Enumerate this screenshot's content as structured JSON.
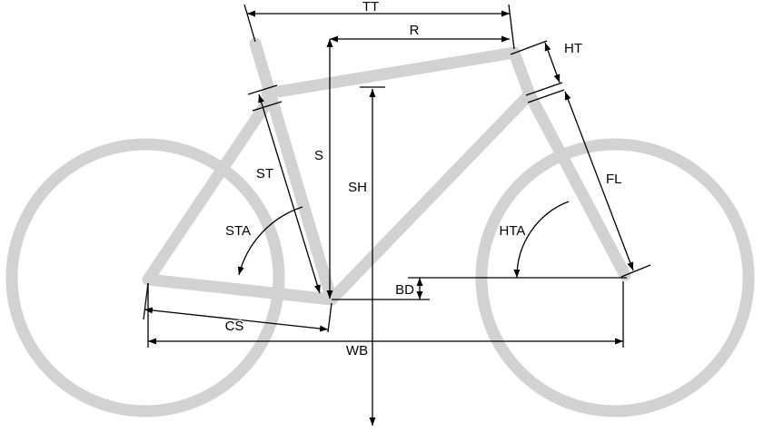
{
  "diagram": {
    "name": "Bicycle frame geometry diagram",
    "colors": {
      "background": "#ffffff",
      "bike": "#d2d2d2",
      "dimension": "#000000",
      "label": "#000000"
    },
    "labels": {
      "top_tube": "TT",
      "reach": "R",
      "head_tube": "HT",
      "fork_length": "FL",
      "stack": "S",
      "standover_height": "SH",
      "seat_tube": "ST",
      "seat_tube_angle": "STA",
      "head_tube_angle": "HTA",
      "bb_drop": "BD",
      "chainstay": "CS",
      "wheelbase": "WB"
    }
  }
}
